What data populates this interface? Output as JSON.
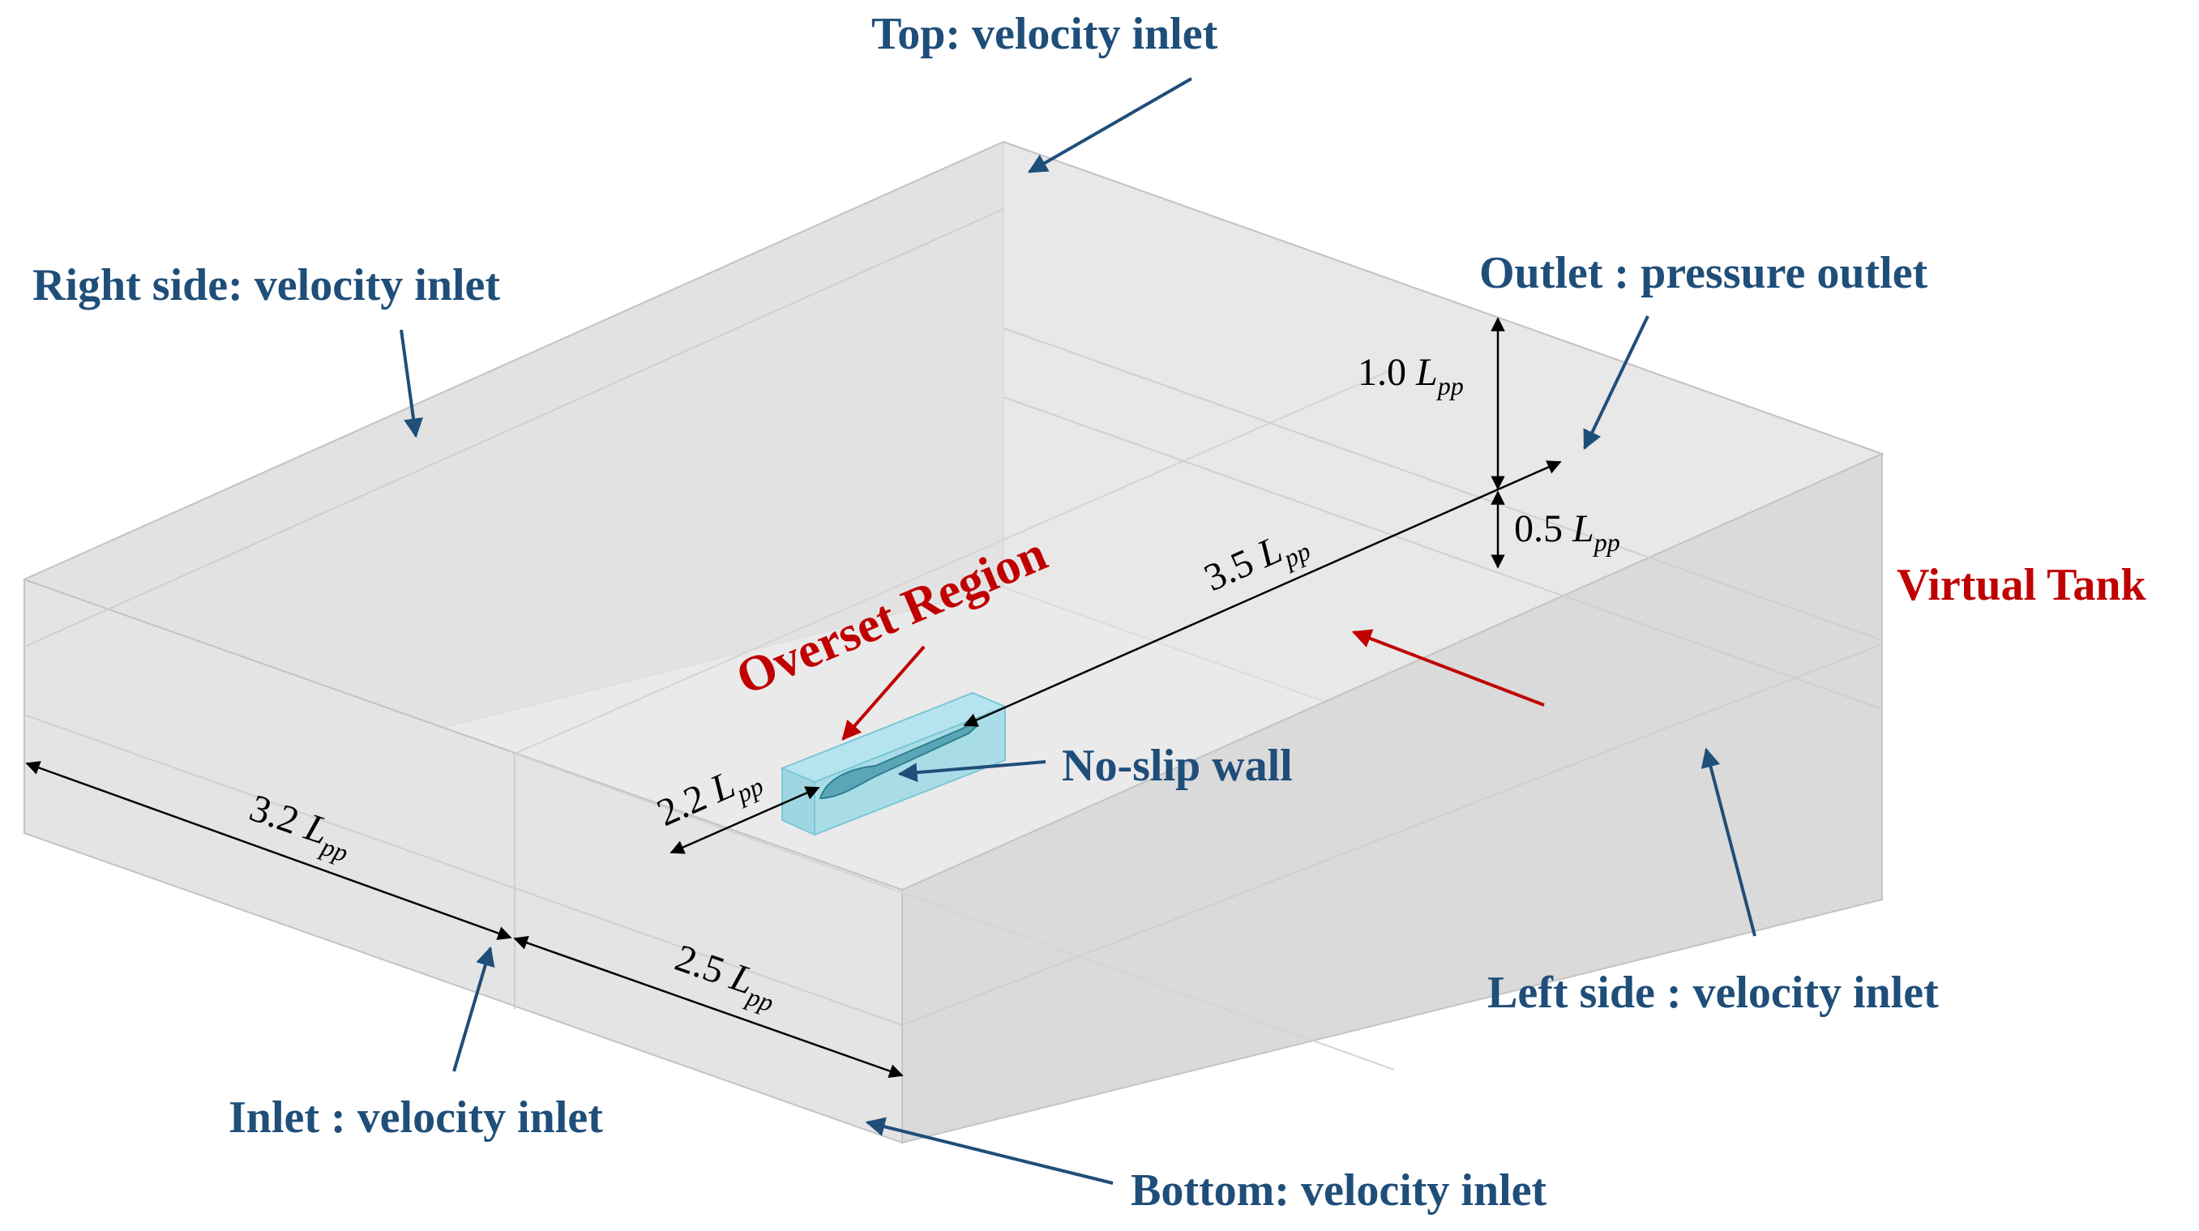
{
  "colors": {
    "label_blue": "#1f4e79",
    "label_red": "#c00000",
    "arrow_blue": "#1f4e79",
    "arrow_red": "#c00000",
    "tank_fill": "#e8e8e8",
    "tank_edge": "#c4c4c4",
    "overset_fill": "#a8dde8",
    "dimension_black": "#000000"
  },
  "labels": {
    "top": "Top: velocity inlet",
    "right_side": "Right side: velocity inlet",
    "outlet": "Outlet : pressure  outlet",
    "virtual_tank": "Virtual Tank",
    "overset_region": "Overset Region",
    "no_slip_wall": "No-slip wall",
    "left_side": "Left side : velocity inlet",
    "inlet": "Inlet : velocity inlet",
    "bottom": "Bottom: velocity inlet"
  },
  "dimensions": {
    "d_1_0": {
      "value": "1.0 ",
      "symbol": "L",
      "sub": "pp"
    },
    "d_0_5": {
      "value": "0.5 ",
      "symbol": "L",
      "sub": "pp"
    },
    "d_3_5": {
      "value": "3.5 ",
      "symbol": "L",
      "sub": "pp"
    },
    "d_2_2": {
      "value": "2.2 ",
      "symbol": "L",
      "sub": "pp"
    },
    "d_3_2": {
      "value": "3.2 ",
      "symbol": "L",
      "sub": "pp"
    },
    "d_2_5": {
      "value": "2.5 ",
      "symbol": "L",
      "sub": "pp"
    }
  }
}
